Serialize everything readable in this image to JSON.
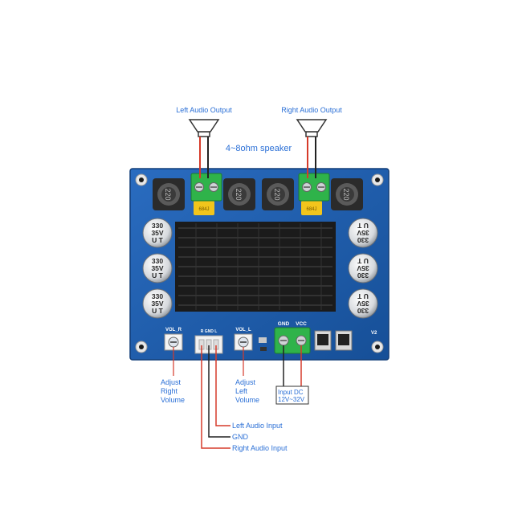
{
  "labels": {
    "left_output": "Left Audio Output",
    "right_output": "Right Audio Output",
    "speaker": "4~8ohm speaker",
    "adjust_right": [
      "Adjust",
      "Right",
      "Volume"
    ],
    "adjust_left": [
      "Adjust",
      "Left",
      "Volume"
    ],
    "left_input": "Left Audio Input",
    "gnd_input": "GND",
    "right_input": "Right Audio Input",
    "input_dc": [
      "Input DC",
      "12V~32V"
    ]
  },
  "board": {
    "inductor_text": "220",
    "cap_left_lines": [
      "330",
      "35V",
      "U T"
    ],
    "cap_right_lines": [
      "330",
      "35V",
      "U T"
    ],
    "vol_r": "VOL_R",
    "vol_l": "VOL_L",
    "gnd_silk": "GND",
    "vcc_silk": "VCC",
    "audio_pins": "R  GND  L",
    "version": "V2",
    "film_cap_left": "684J",
    "film_cap_right": "684J"
  },
  "colors": {
    "board": "#1f5fb0",
    "heatsink": "#1b1b1b",
    "terminal": "#2fb34a",
    "film_cap": "#f2c51c",
    "wire_red": "#d63a2a",
    "wire_black": "#222222",
    "label_blue": "#2a6fd6"
  }
}
